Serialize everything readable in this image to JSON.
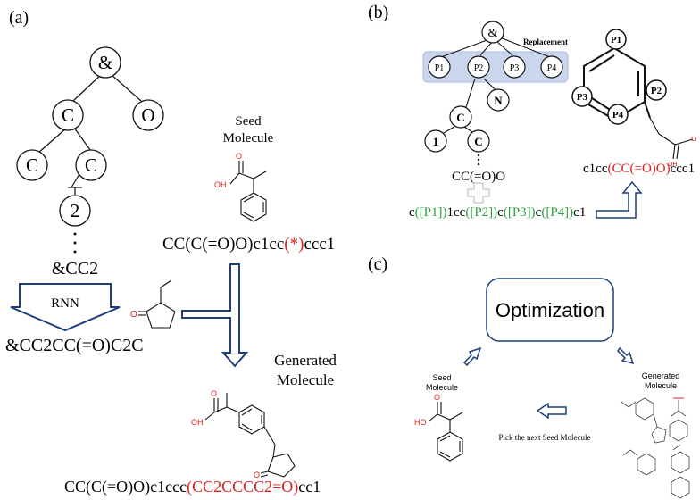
{
  "panel_a": {
    "label": "(a)",
    "tree": {
      "root": "&",
      "c1": "C",
      "o": "O",
      "c2": "C",
      "c3": "C",
      "ring": "2",
      "dots": "·"
    },
    "token": "&CC2",
    "rnn_label": "RNN",
    "output": "&CC2CC(=O)C2C",
    "seed_title_1": "Seed",
    "seed_title_2": "Molecule",
    "seed_smiles_prefix": "CC(C(=O)O)c1cc",
    "seed_smiles_marker": "(*)",
    "seed_smiles_suffix": "ccc1",
    "gen_title_1": "Generated",
    "gen_title_2": "Molecule",
    "gen_smiles_prefix": "CC(C(=O)O)c1ccc",
    "gen_smiles_red": "(CC2CCCC2=O)",
    "gen_smiles_suffix": "cc1",
    "atom_o": "O",
    "atom_oh": "OH",
    "colors": {
      "red": "#e0201b",
      "blue": "#1f3f7a"
    }
  },
  "panel_b": {
    "label": "(b)",
    "replacement": "Replacement",
    "root": "&",
    "p_nodes": [
      "P1",
      "P2",
      "P3",
      "P4"
    ],
    "c_node": "C",
    "n_node": "N",
    "one_node": "1",
    "c2_node": "C",
    "fragment": "CC(=O)O",
    "template_parts": [
      "c",
      "([P1])",
      "1cc",
      "([P2])",
      "c",
      "([P3])",
      "c",
      "([P4])",
      "c1"
    ],
    "result_prefix": "c1cc",
    "result_red": "(CC(=O)O)",
    "result_suffix": "ccc1",
    "benzene_labels": [
      "P1",
      "P2",
      "P3",
      "P4"
    ],
    "colors": {
      "green": "#2e9e3e",
      "red": "#e0201b",
      "box": "#c9d6ee"
    }
  },
  "panel_c": {
    "label": "(c)",
    "box_label": "Optimization",
    "seed_title_1": "Seed",
    "seed_title_2": "Molecule",
    "gen_title_1": "Generated",
    "gen_title_2": "Molecule",
    "pick_label": "Pick the next Seed Molecule",
    "atom_o": "O",
    "atom_oh": "HO"
  }
}
